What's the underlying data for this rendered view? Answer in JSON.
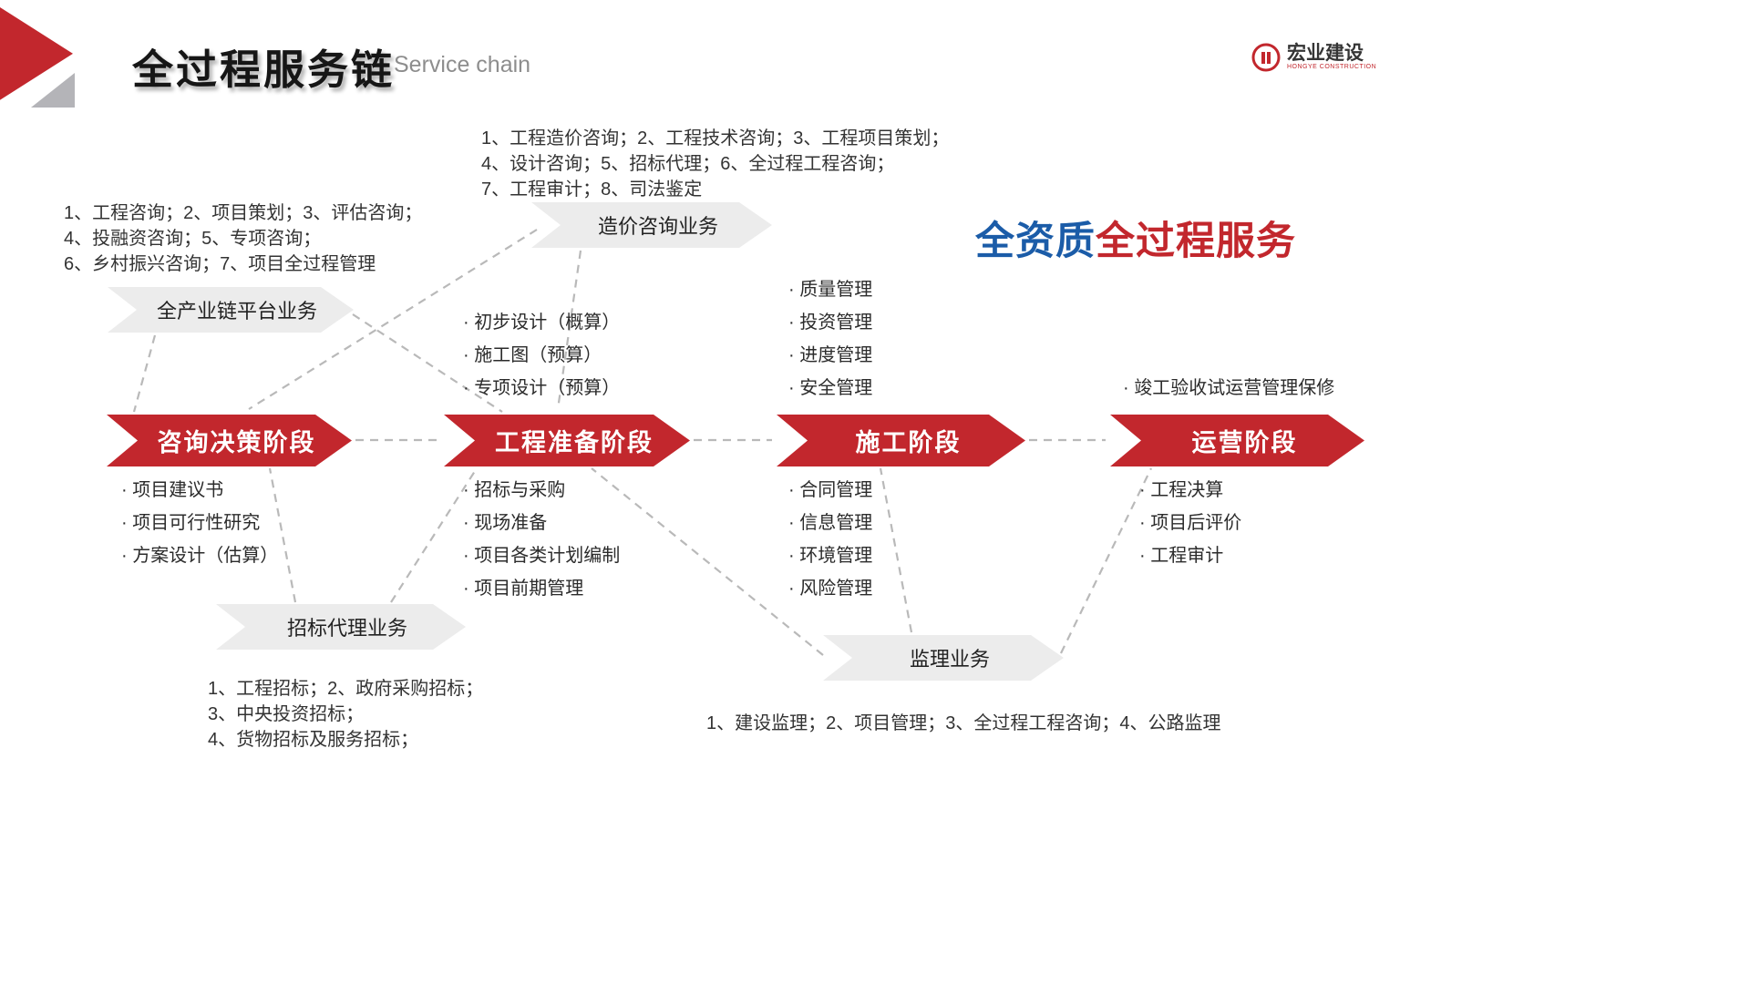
{
  "header": {
    "title": "全过程服务链",
    "subtitle": "Service chain",
    "logo_text": "宏业建设",
    "logo_subtext": "HONGYE CONSTRUCTION"
  },
  "headline": {
    "blue": "全资质",
    "red": "全过程服务"
  },
  "colors": {
    "accent_red": "#C2272D",
    "accent_blue": "#1B5CA8",
    "banner_gray": "#ECECEC",
    "connector_gray": "#B9B9B9"
  },
  "stages": [
    {
      "label": "咨询决策阶段",
      "below": [
        "· 项目建议书",
        "· 项目可行性研究",
        "· 方案设计（估算）"
      ]
    },
    {
      "label": "工程准备阶段",
      "above": [
        "· 初步设计（概算）",
        "· 施工图（预算）",
        "· 专项设计（预算）"
      ],
      "below": [
        "· 招标与采购",
        "· 现场准备",
        "· 项目各类计划编制",
        "· 项目前期管理"
      ]
    },
    {
      "label": "施工阶段",
      "above": [
        "· 质量管理",
        "· 投资管理",
        "· 进度管理",
        "· 安全管理"
      ],
      "below": [
        "· 合同管理",
        "· 信息管理",
        "· 环境管理",
        "· 风险管理"
      ]
    },
    {
      "label": "运营阶段",
      "above": [
        "· 竣工验收试运营管理保修"
      ],
      "below": [
        "· 工程决算",
        "· 项目后评价",
        "· 工程审计"
      ]
    }
  ],
  "businesses": {
    "platform": {
      "label": "全产业链平台业务",
      "lines": [
        "1、工程咨询；2、项目策划；3、评估咨询；",
        "4、投融资咨询；5、专项咨询；",
        "6、乡村振兴咨询；7、项目全过程管理"
      ]
    },
    "cost": {
      "label": "造价咨询业务",
      "lines": [
        "1、工程造价咨询；2、工程技术咨询；3、工程项目策划；",
        "4、设计咨询；5、招标代理；6、全过程工程咨询；",
        "7、工程审计；8、司法鉴定"
      ]
    },
    "bidding": {
      "label": "招标代理业务",
      "lines": [
        "1、工程招标；2、政府采购招标；",
        "3、中央投资招标；",
        "4、货物招标及服务招标；"
      ]
    },
    "supervision": {
      "label": "监理业务",
      "lines": [
        "1、建设监理；2、项目管理；3、全过程工程咨询；4、公路监理"
      ]
    }
  }
}
